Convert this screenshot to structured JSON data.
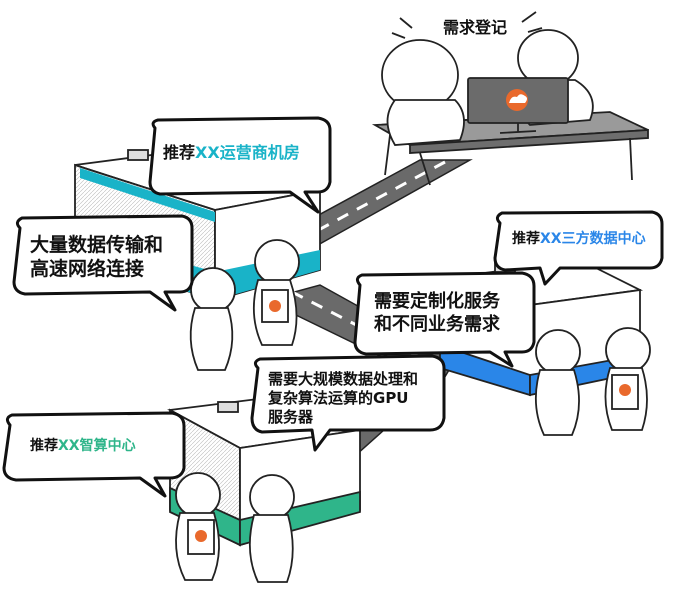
{
  "caption": "需求登记",
  "bubbles": {
    "operator": {
      "prefix": "推荐",
      "highlight": "XX运营商机房",
      "suffix": ""
    },
    "bandwidth": {
      "line1": "大量数据传输和",
      "line2": "高速网络连接"
    },
    "third_party": {
      "prefix": "推荐",
      "highlight": "XX三方数据中心",
      "suffix": ""
    },
    "custom": {
      "line1": "需要定制化服务",
      "line2": "和不同业务需求"
    },
    "gpu": {
      "line1": "需要大规模数据处理和",
      "line2": "复杂算法运算的GPU",
      "line3": "服务器"
    },
    "compute": {
      "prefix": "推荐",
      "highlight": "XX智算中心",
      "suffix": ""
    }
  },
  "colors": {
    "cyan": "#19b3c8",
    "blue": "#2a86e8",
    "green": "#2fb58a",
    "monitor_orange": "#e9692c",
    "monitor_gray": "#6b6b6b",
    "road": "#6a6a6a"
  },
  "icons": [
    "cloud-logo-icon"
  ]
}
